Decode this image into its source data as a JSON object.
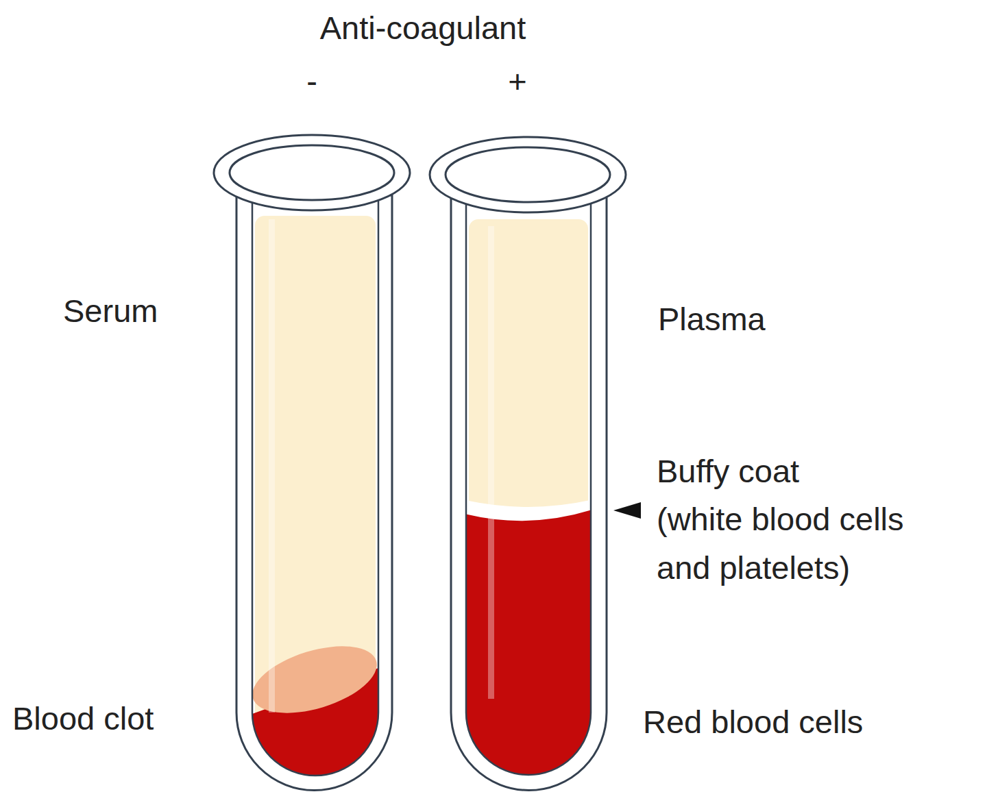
{
  "diagram": {
    "title": "Anti-coagulant",
    "labels": [
      "-",
      "+",
      "Serum",
      "Blood clot",
      "Plasma",
      "Buffy coat",
      "(white blood cells and platelets)",
      "Red blood cells"
    ]
  }
}
